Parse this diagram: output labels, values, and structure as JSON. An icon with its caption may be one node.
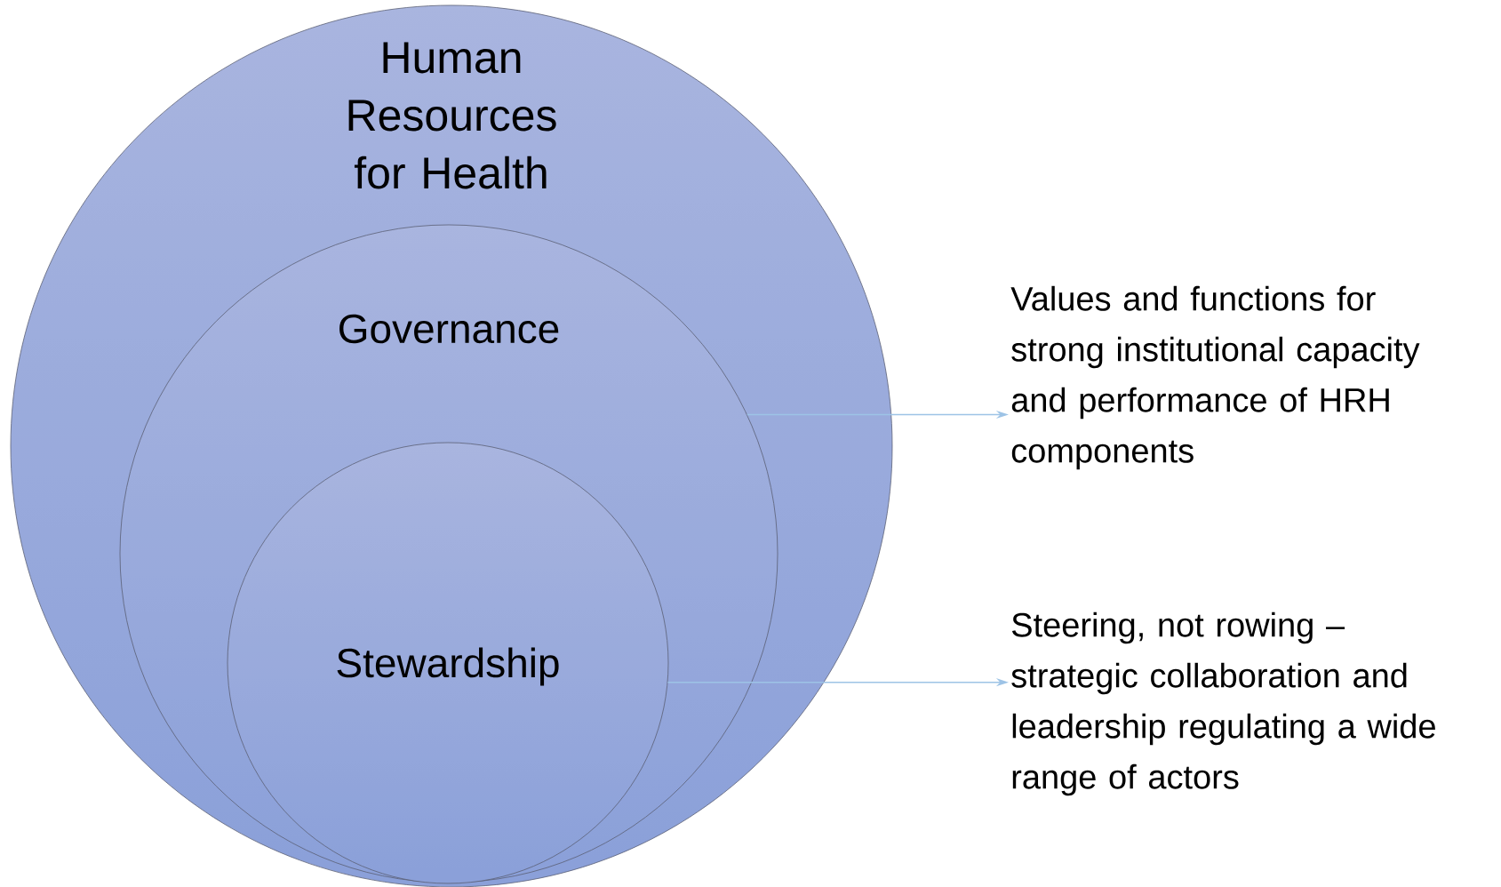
{
  "diagram": {
    "nodes": [
      {
        "text": [
          "Human Resources for Health"
        ]
      },
      {
        "text": [
          "Governance"
        ],
        "in": 0
      },
      {
        "text": [
          "Stewardship"
        ],
        "in": 1
      },
      {
        "text": [
          "Values and functions for strong institutional capacity and  performance of HRH components"
        ]
      },
      {
        "text": [
          "Steering, not rowing – strategic collaboration and leadership regulating a wide range of actors"
        ]
      }
    ],
    "edges": [
      {
        "from": 1,
        "to": 3,
        "arrow": "to"
      },
      {
        "from": 2,
        "to": 4,
        "arrow": "to"
      }
    ]
  }
}
